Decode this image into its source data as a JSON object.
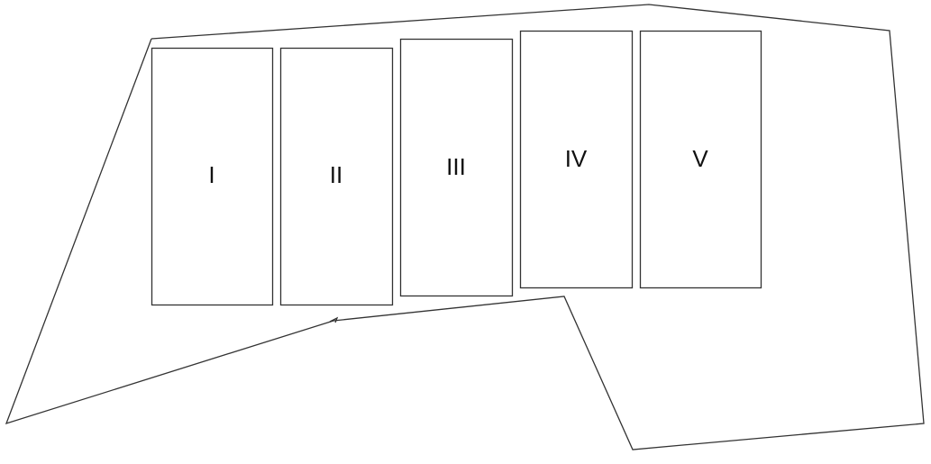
{
  "diagram": {
    "boundary_label": "",
    "panels": [
      {
        "label": "I"
      },
      {
        "label": "II"
      },
      {
        "label": "III"
      },
      {
        "label": "IV"
      },
      {
        "label": "V"
      }
    ],
    "stroke_color": "#333333",
    "background_color": "#ffffff"
  }
}
